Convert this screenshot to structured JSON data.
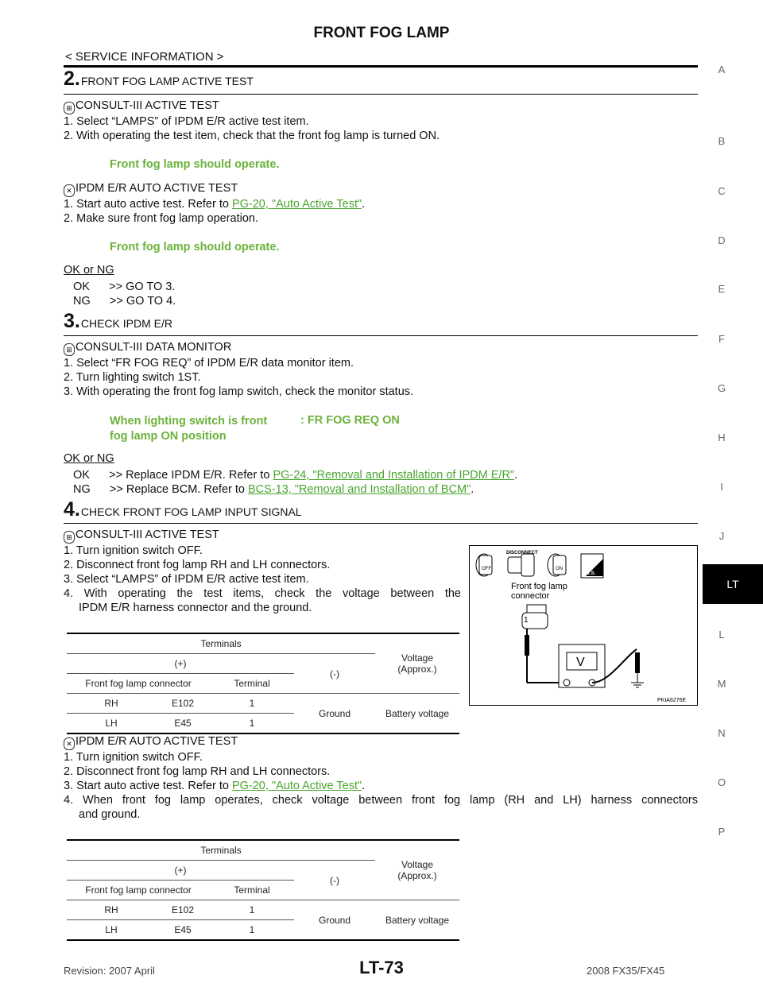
{
  "header": {
    "title": "FRONT FOG LAMP",
    "subheader": "< SERVICE INFORMATION >"
  },
  "side_index": [
    "A",
    "B",
    "C",
    "D",
    "E",
    "F",
    "G",
    "H",
    "I",
    "J",
    "LT",
    "L",
    "M",
    "N",
    "O",
    "P"
  ],
  "step2": {
    "num": "2.",
    "title": "FRONT FOG LAMP ACTIVE TEST",
    "consult_title": "CONSULT-III ACTIVE TEST",
    "consult_steps": [
      "1.  Select “LAMPS” of IPDM E/R active test item.",
      "2.  With operating the test item, check that the front fog lamp is turned ON."
    ],
    "consult_result": "Front fog lamp should operate.",
    "auto_title": "IPDM E/R AUTO ACTIVE TEST",
    "auto_step1_pre": "1.  Start auto active test. Refer to ",
    "auto_step1_link": "PG-20, \"Auto Active Test\"",
    "auto_step1_post": ".",
    "auto_step2": "2.  Make sure front fog lamp operation.",
    "auto_result": "Front fog lamp should operate.",
    "ok_ng": "OK or NG",
    "ok_line": "OK      >> GO TO 3.",
    "ng_line": "NG      >> GO TO 4."
  },
  "step3": {
    "num": "3.",
    "title": "CHECK IPDM E/R",
    "consult_title": "CONSULT-III DATA MONITOR",
    "steps": [
      "1.  Select “FR FOG REQ” of IPDM E/R data monitor item.",
      "2.  Turn lighting switch 1ST.",
      "3.  With operating the front fog lamp switch, check the monitor status."
    ],
    "cond_line1": "When lighting switch is front",
    "cond_line2": "fog lamp ON position",
    "cond_value": ": FR FOG REQ ON",
    "ok_ng": "OK or NG",
    "ok_pre": "OK      >> Replace IPDM E/R. Refer to ",
    "ok_link": "PG-24, \"Removal and Installation of IPDM E/R\"",
    "ok_post": ".",
    "ng_pre": "NG      >> Replace BCM. Refer to ",
    "ng_link": "BCS-13, \"Removal and Installation of BCM\"",
    "ng_post": "."
  },
  "step4": {
    "num": "4.",
    "title": "CHECK FRONT FOG LAMP INPUT SIGNAL",
    "consult_title": "CONSULT-III ACTIVE TEST",
    "steps": [
      "1.  Turn ignition switch OFF.",
      "2.  Disconnect front fog lamp RH and LH connectors.",
      "3.  Select “LAMPS” of IPDM E/R active test item."
    ],
    "step4_line1": "4.  With operating the test items, check the voltage between the",
    "step4_line2": "IPDM E/R harness connector and the ground.",
    "auto_title": "IPDM E/R AUTO ACTIVE TEST",
    "auto_steps": [
      "1.  Turn ignition switch OFF.",
      "2.  Disconnect front fog lamp RH and LH connectors."
    ],
    "auto_step3_pre": "3.  Start auto active test. Refer to ",
    "auto_step3_link": "PG-20, \"Auto Active Test\"",
    "auto_step3_post": ".",
    "auto_step4_line1": "4.  When front fog lamp operates, check voltage between front fog lamp (RH and LH) harness connectors",
    "auto_step4_line2": "and ground."
  },
  "table": {
    "terminals": "Terminals",
    "plus": "(+)",
    "minus": "(-)",
    "voltage1": "Voltage",
    "voltage2": "(Approx.)",
    "connector_hdr": "Front fog lamp connector",
    "terminal_hdr": "Terminal",
    "rows": [
      {
        "side": "RH",
        "conn": "E102",
        "term": "1"
      },
      {
        "side": "LH",
        "conn": "E45",
        "term": "1"
      }
    ],
    "ground": "Ground",
    "battery": "Battery voltage"
  },
  "figure": {
    "disconnect": "DISCONNECT",
    "off": "OFF",
    "on": "ON",
    "ts": "T.S.",
    "label1": "Front fog lamp",
    "label2": "connector",
    "pin": "1",
    "meter": "V",
    "code": "PKIA6276E"
  },
  "footer": {
    "revision": "Revision: 2007 April",
    "page": "LT-73",
    "model": "2008 FX35/FX45"
  }
}
